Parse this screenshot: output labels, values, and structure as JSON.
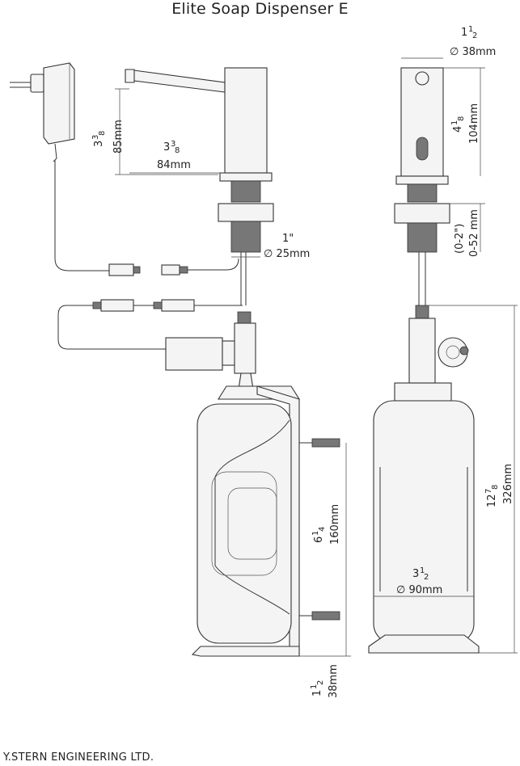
{
  "title": "Elite Soap Dispenser E",
  "footer": "Y.STERN ENGINEERING LTD.",
  "dimensions": {
    "spout_height": {
      "mm": "85mm",
      "inch_whole": "3",
      "inch_num": "3",
      "inch_den": "8"
    },
    "spout_reach": {
      "mm": "84mm",
      "inch_whole": "3",
      "inch_num": "3",
      "inch_den": "8"
    },
    "shank_diameter": {
      "mm": "∅ 25mm",
      "inch": "1\""
    },
    "body_diameter": {
      "mm": "∅ 38mm",
      "inch_whole": "1",
      "inch_num": "1",
      "inch_den": "2"
    },
    "body_height": {
      "mm": "104mm",
      "inch_whole": "4",
      "inch_num": "1",
      "inch_den": "8"
    },
    "deck_thickness": {
      "mm": "0-52 mm",
      "inch": "(0-2\")"
    },
    "total_height": {
      "mm": "326mm",
      "inch_whole": "12",
      "inch_num": "7",
      "inch_den": "8"
    },
    "bracket_spacing": {
      "mm": "160mm",
      "inch_whole": "6",
      "inch_num": "1",
      "inch_den": "4"
    },
    "bottle_diameter": {
      "mm": "∅ 90mm",
      "inch_whole": "3",
      "inch_num": "1",
      "inch_den": "2"
    },
    "base_height": {
      "mm": "38mm",
      "inch_whole": "1",
      "inch_num": "1",
      "inch_den": "2"
    }
  }
}
